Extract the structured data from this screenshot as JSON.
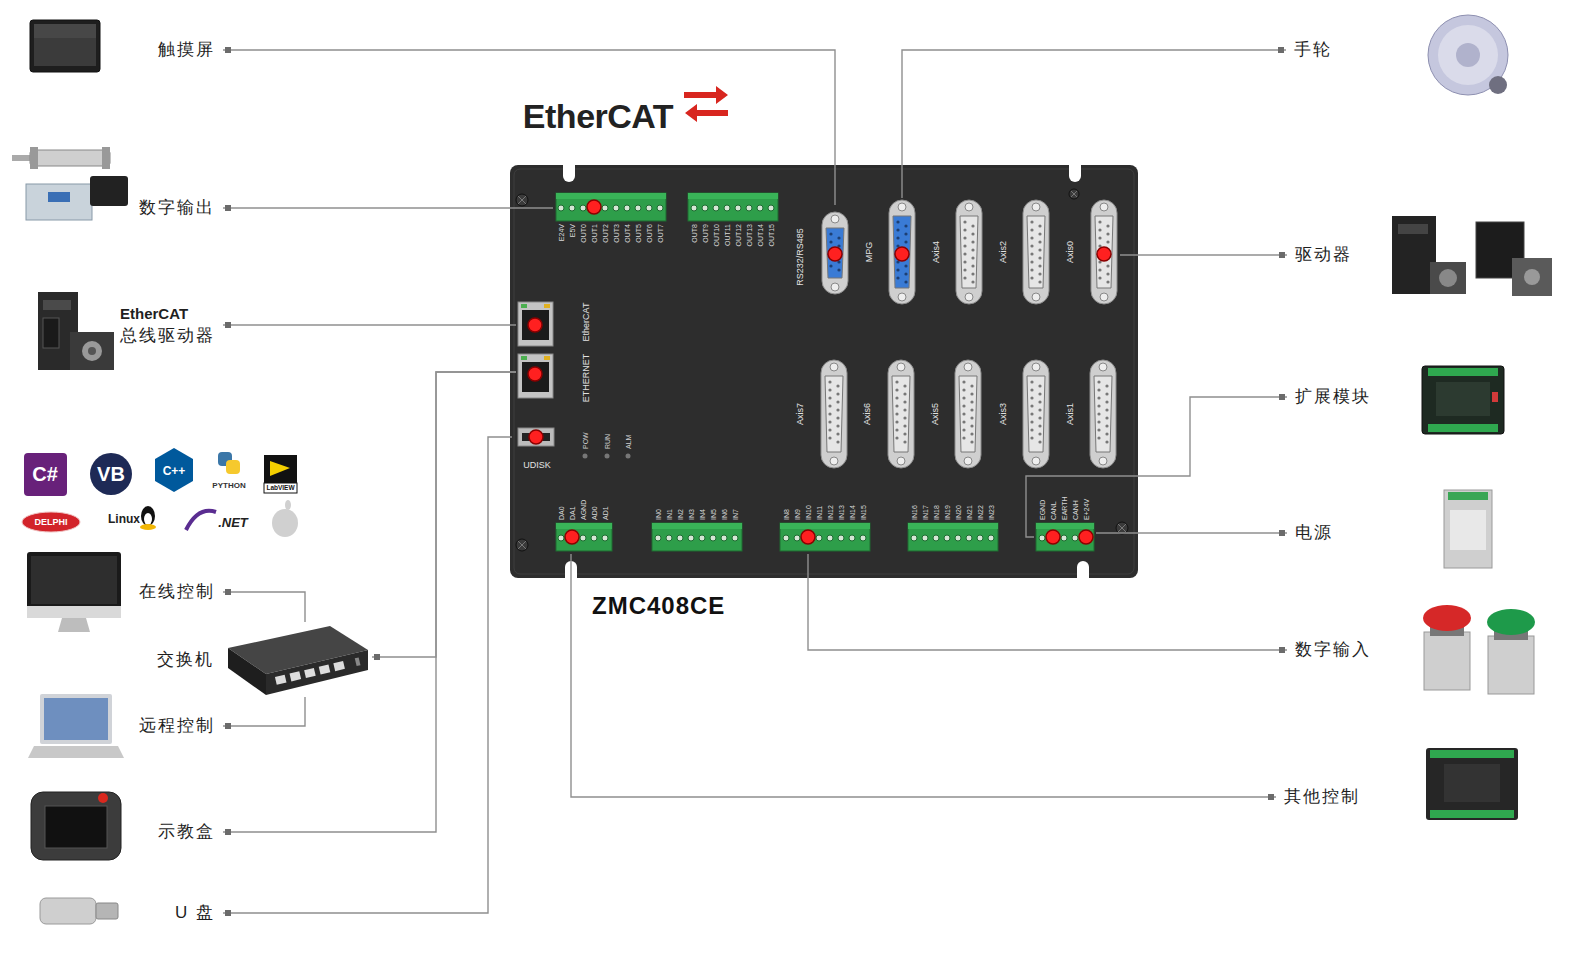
{
  "diagram": {
    "nodes": [
      {
        "text": [
          "触摸屏"
        ]
      },
      {
        "text": [
          "手轮"
        ]
      },
      {
        "text": [
          "数字输出"
        ]
      },
      {
        "text": [
          "ZMC408CE"
        ]
      },
      {
        "text": [
          "E24V",
          "E5V",
          "OUT0",
          "OUT1",
          "OUT2",
          "OUT3",
          "OUT4",
          "OUT5",
          "OUT6",
          "OUT7"
        ],
        "in": 3
      },
      {
        "text": [
          "OUT8",
          "OUT9",
          "OUT10",
          "OUT11",
          "OUT12",
          "OUT13",
          "OUT14",
          "OUT15"
        ],
        "in": 3
      },
      {
        "text": [
          "RS232/RS485"
        ],
        "in": 3
      },
      {
        "text": [
          "MPG"
        ],
        "in": 3
      },
      {
        "text": [
          "Axis4"
        ],
        "in": 3
      },
      {
        "text": [
          "Axis2"
        ],
        "in": 3
      },
      {
        "text": [
          "Axis0"
        ],
        "in": 3
      },
      {
        "text": [
          "EtherCAT"
        ],
        "in": 3
      },
      {
        "text": [
          "ETHERNET"
        ],
        "in": 3
      },
      {
        "text": [
          "UDISK"
        ],
        "in": 3
      },
      {
        "text": [
          "Axis7"
        ],
        "in": 3
      },
      {
        "text": [
          "Axis6"
        ],
        "in": 3
      },
      {
        "text": [
          "Axis5"
        ],
        "in": 3
      },
      {
        "text": [
          "Axis3"
        ],
        "in": 3
      },
      {
        "text": [
          "Axis1"
        ],
        "in": 3
      },
      {
        "text": [
          "DA0",
          "DA1",
          "AGND",
          "AD0",
          "AD1"
        ],
        "in": 3
      },
      {
        "text": [
          "IN0",
          "IN1",
          "IN2",
          "IN3",
          "IN4",
          "IN5",
          "IN6",
          "IN7"
        ],
        "in": 3
      },
      {
        "text": [
          "IN8",
          "IN9",
          "IN10",
          "IN11",
          "IN12",
          "IN13",
          "IN14",
          "IN15"
        ],
        "in": 3
      },
      {
        "text": [
          "IN16",
          "IN17",
          "IN18",
          "IN19",
          "IN20",
          "IN21",
          "IN22",
          "IN23"
        ],
        "in": 3
      },
      {
        "text": [
          "EGND",
          "CANL",
          "EARTH",
          "CANH",
          "E+24V"
        ],
        "in": 3
      },
      {
        "text": [
          "驱动器"
        ]
      },
      {
        "text": [
          "EtherCAT",
          "总线驱动器"
        ]
      },
      {
        "text": [
          "扩展模块"
        ]
      },
      {
        "text": [
          "电源"
        ]
      },
      {
        "text": [
          "在线控制"
        ]
      },
      {
        "text": [
          "交换机"
        ]
      },
      {
        "text": [
          "数字输入"
        ]
      },
      {
        "text": [
          "远程控制"
        ]
      },
      {
        "text": [
          "其他控制"
        ]
      },
      {
        "text": [
          "示教盒"
        ]
      },
      {
        "text": [
          "U 盘"
        ]
      }
    ],
    "edges": [
      {
        "from": 0,
        "to": 6,
        "arrow": "none"
      },
      {
        "from": 1,
        "to": 7,
        "arrow": "none"
      },
      {
        "from": 2,
        "to": 4,
        "arrow": "none"
      },
      {
        "from": 24,
        "to": 10,
        "arrow": "none"
      },
      {
        "from": 25,
        "to": 11,
        "arrow": "none"
      },
      {
        "from": 26,
        "to": 23,
        "arrow": "none"
      },
      {
        "from": 27,
        "to": 23,
        "arrow": "none"
      },
      {
        "from": 28,
        "to": 29,
        "arrow": "none"
      },
      {
        "from": 29,
        "to": 12,
        "arrow": "none"
      },
      {
        "from": 31,
        "to": 29,
        "arrow": "none"
      },
      {
        "from": 30,
        "to": 21,
        "arrow": "none"
      },
      {
        "from": 32,
        "to": 19,
        "arrow": "none"
      },
      {
        "from": 33,
        "to": 12,
        "arrow": "none"
      },
      {
        "from": 34,
        "to": 13,
        "arrow": "none"
      }
    ],
    "labels": [
      "EtherCAT",
      "POW",
      "RUN",
      "ALM",
      "C#",
      "VB",
      "C++",
      "PYTHON",
      "LabVIEW",
      "DELPHI",
      "Linux",
      ".NET"
    ]
  }
}
